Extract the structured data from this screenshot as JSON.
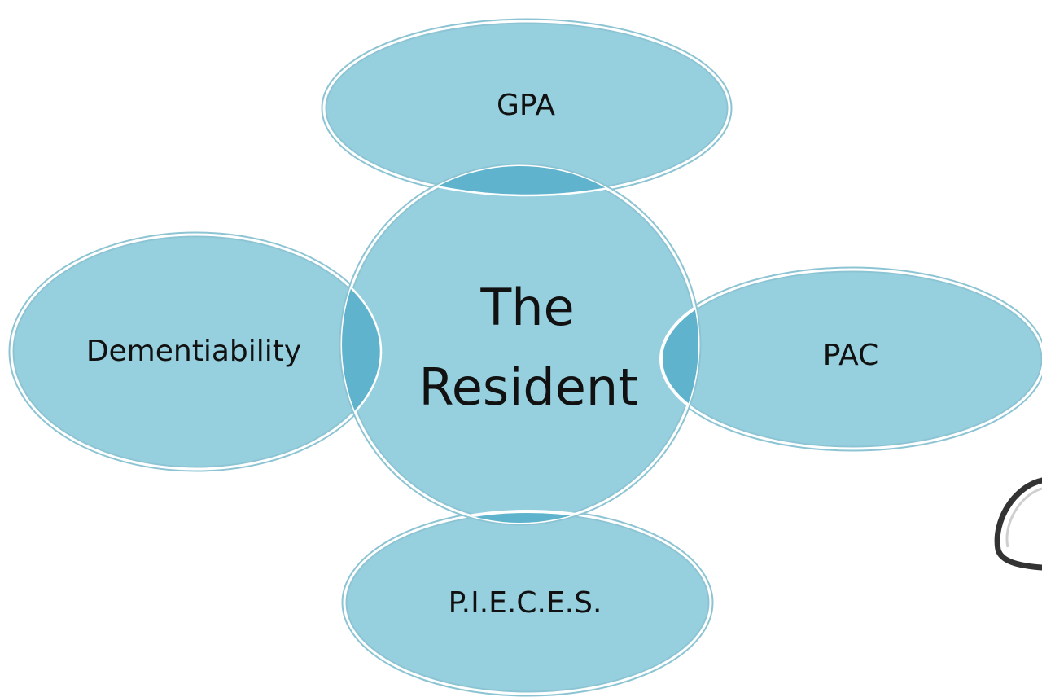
{
  "diagram": {
    "center": {
      "line1": "The",
      "line2": "Resident"
    },
    "top": {
      "label": "GPA"
    },
    "left": {
      "label": "Dementiability"
    },
    "right": {
      "label": "PAC"
    },
    "bottom": {
      "label": "P.I.E.C.E.S."
    }
  },
  "colors": {
    "fill": "#96D0DF",
    "overlap": "#5FB3CC",
    "stroke": "#ffffff",
    "outline": "#8CC4D3",
    "text": "#111111",
    "decoration": "#333333"
  }
}
